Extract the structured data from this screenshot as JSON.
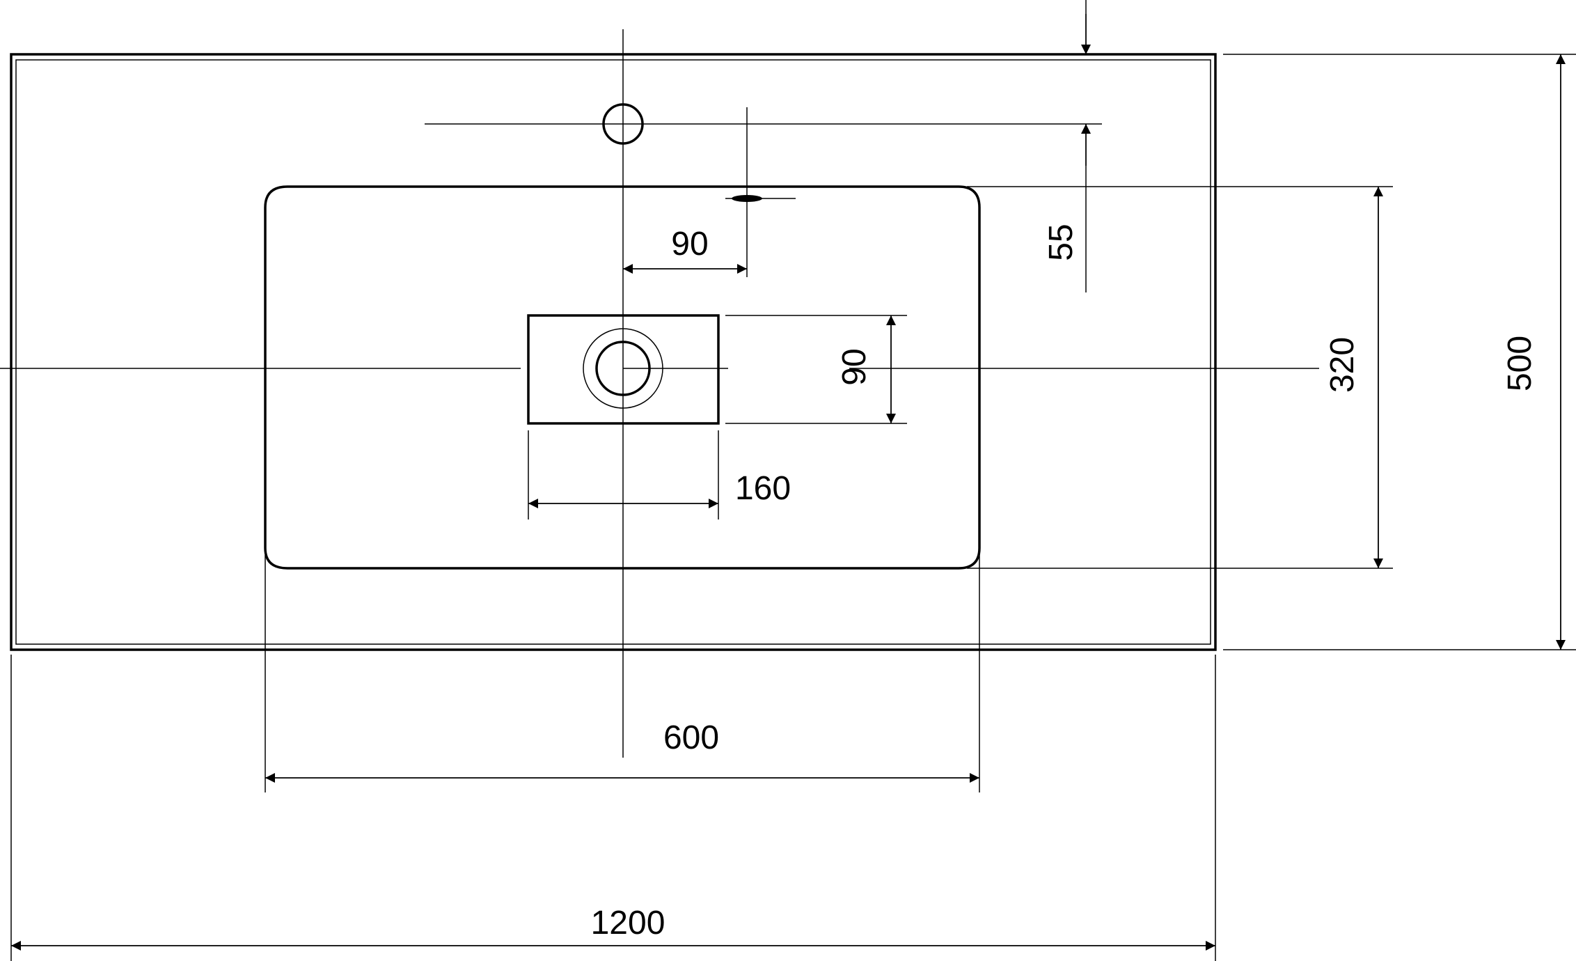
{
  "drawing": {
    "stroke_color": "#000000",
    "background_color": "#ffffff"
  },
  "dimensions": {
    "overall_width": "1200",
    "overall_depth": "500",
    "basin_width": "600",
    "basin_depth": "320",
    "drain_box_width": "160",
    "drain_box_depth": "90",
    "tap_hole_offset": "90",
    "tap_hole_edge_distance": "55"
  }
}
